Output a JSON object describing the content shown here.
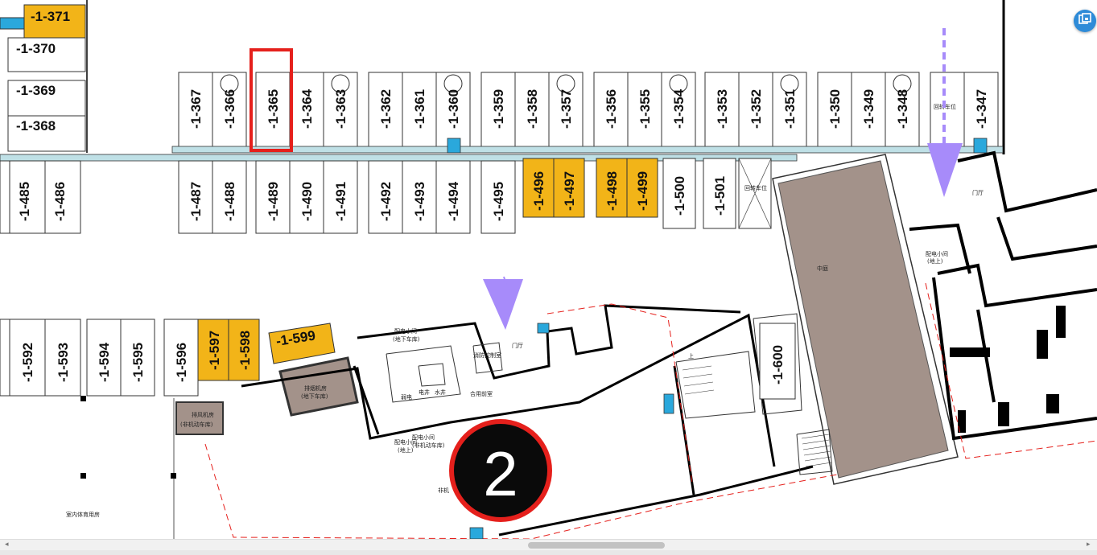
{
  "spots": {
    "r367": "-1-367",
    "r366": "-1-366",
    "r365": "-1-365",
    "r364": "-1-364",
    "r363": "-1-363",
    "r362": "-1-362",
    "r361": "-1-361",
    "r360": "-1-360",
    "r359": "-1-359",
    "r358": "-1-358",
    "r357": "-1-357",
    "r356": "-1-356",
    "r355": "-1-355",
    "r354": "-1-354",
    "r353": "-1-353",
    "r352": "-1-352",
    "r351": "-1-351",
    "r350": "-1-350",
    "r349": "-1-349",
    "r348": "-1-348",
    "r347": "-1-347",
    "r371": "-1-371",
    "r370": "-1-370",
    "r369": "-1-369",
    "r368": "-1-368",
    "r485": "-1-485",
    "r486": "-1-486",
    "r487": "-1-487",
    "r488": "-1-488",
    "r489": "-1-489",
    "r490": "-1-490",
    "r491": "-1-491",
    "r492": "-1-492",
    "r493": "-1-493",
    "r494": "-1-494",
    "r495": "-1-495",
    "r496": "-1-496",
    "r497": "-1-497",
    "r498": "-1-498",
    "r499": "-1-499",
    "r500": "-1-500",
    "r501": "-1-501",
    "r592": "-1-592",
    "r593": "-1-593",
    "r594": "-1-594",
    "r595": "-1-595",
    "r596": "-1-596",
    "r597": "-1-597",
    "r598": "-1-598",
    "r599": "-1-599",
    "r600": "-1-600"
  },
  "rooms": {
    "backup_spot_a": "回转车位",
    "backup_spot_b": "回转车位",
    "door_hall_right": "门厅",
    "power_room_above": "配电小间",
    "power_room_above_sub": "(地上)",
    "core_big": "中庭",
    "power_room_below": "配电小间",
    "power_room_below_sub": "(地下车库)",
    "door_hall_center": "门厅",
    "fire_control_room": "消防控制室",
    "exhaust_room": "排烟机房",
    "exhaust_room_sub": "(地下车库)",
    "fan_room": "排风机房",
    "fan_room_sub": "(非机动车库)",
    "power_room_c": "配电小间",
    "power_room_c_sub": "(地上)",
    "power_room_d": "配电小间",
    "power_room_d_sub": "(非机动车库)",
    "water_pump": "水井",
    "elec_well": "电井",
    "lobby": "合用前室",
    "weak_elec": "弱电",
    "indoor_sports": "室内体育用房",
    "nonmotor_partial": "非机",
    "stair_up": "上"
  },
  "markers": {
    "zone_number": "2"
  },
  "colors": {
    "occupied_spot": "#f2b418",
    "highlight_box": "#e5201c",
    "arrow": "#a78bfa",
    "atrium": "#a3928a",
    "corridor": "#bfe0e6",
    "fab": "#2e8bd8"
  },
  "icons": {
    "fab": "stack-layers-icon",
    "charger": "ev-charger-icon"
  }
}
